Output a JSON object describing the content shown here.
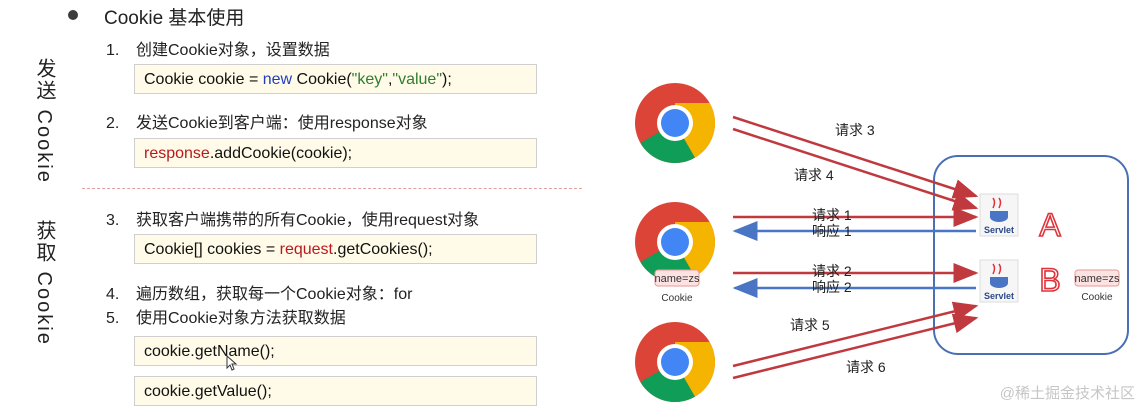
{
  "title": "Cookie 基本使用",
  "side_labels": {
    "send": "发送 Cookie",
    "get": "获取 Cookie"
  },
  "steps": [
    {
      "num": "1.",
      "text": "创建Cookie对象，设置数据"
    },
    {
      "num": "2.",
      "text": "发送Cookie到客户端：使用response对象"
    },
    {
      "num": "3.",
      "text": "获取客户端携带的所有Cookie，使用request对象"
    },
    {
      "num": "4.",
      "text": "遍历数组，获取每一个Cookie对象：for"
    },
    {
      "num": "5.",
      "text": "使用Cookie对象方法获取数据"
    }
  ],
  "code": {
    "line1": {
      "a": "Cookie cookie = ",
      "b": "new",
      "c": " Cookie(",
      "d": "\"key\"",
      "e": ",",
      "f": "\"value\"",
      "g": ");"
    },
    "line2": {
      "a": "response",
      "b": ".addCookie(cookie);"
    },
    "line3": {
      "a": "Cookie[] cookies = ",
      "b": "request",
      "c": ".getCookies();"
    },
    "line4": "cookie.getName();",
    "line5": "cookie.getValue();"
  },
  "diagram": {
    "requests": [
      "请求 3",
      "请求 4",
      "请求 1",
      "响应 1",
      "请求 2",
      "响应 2",
      "请求 5",
      "请求 6"
    ],
    "servlet_label": "Servlet",
    "server_a": "A",
    "server_b": "B",
    "cookie_tag": "name=zs",
    "cookie_caption": "Cookie",
    "colors": {
      "request": "#c0393f",
      "response": "#4a74c4",
      "server_box": "#4a6fb5",
      "letter": "#e0323a"
    }
  },
  "watermark": "@稀土掘金技术社区"
}
